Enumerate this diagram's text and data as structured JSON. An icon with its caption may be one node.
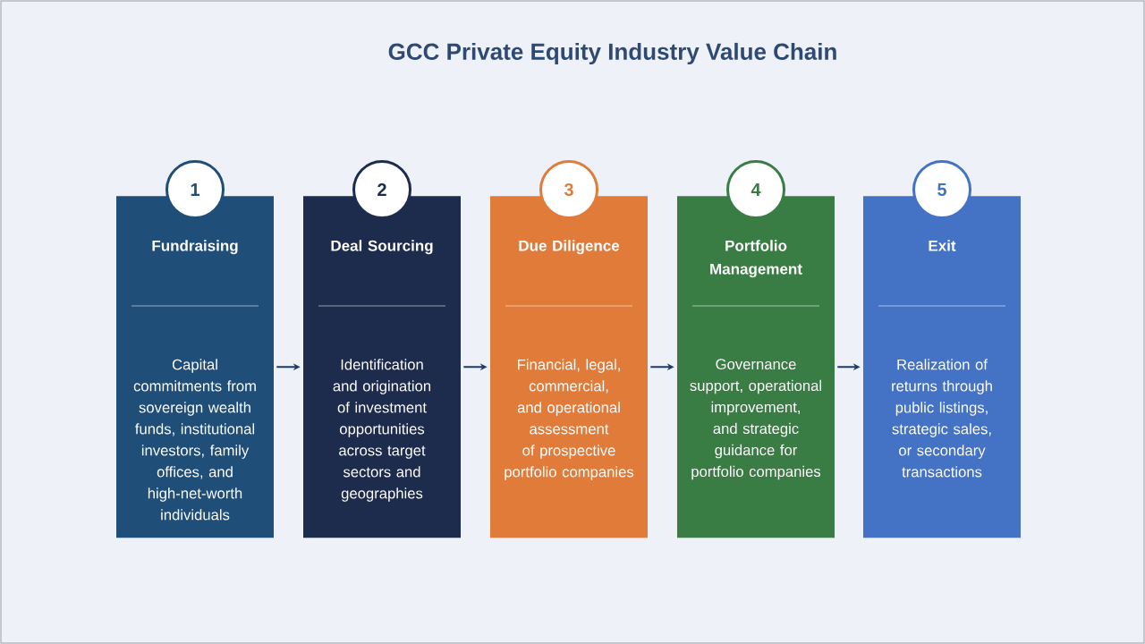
{
  "diagram": {
    "title": "GCC Private Equity Industry Value Chain",
    "nodes": [
      {
        "text": [
          "1"
        ]
      },
      {
        "text": [
          "Fundraising",
          "Capital commitments from sovereign wealth funds, institutional investors, family offices, and high-net-worth individuals"
        ]
      },
      {
        "text": [
          "2"
        ]
      },
      {
        "text": [
          "Deal Sourcing",
          "Identification and origination of investment opportunities across target sectors and geographies"
        ]
      },
      {
        "text": [
          "3"
        ]
      },
      {
        "text": [
          "Due Diligence",
          "Financial, legal, commercial, and operational assessment of prospective portfolio companies"
        ]
      },
      {
        "text": [
          "4"
        ]
      },
      {
        "text": [
          "Portfolio Management",
          "Governance support, operational improvement, and strategic guidance for portfolio companies"
        ]
      },
      {
        "text": [
          "5"
        ]
      },
      {
        "text": [
          "Exit",
          "Realization of returns through public listings, strategic sales, or secondary transactions"
        ]
      }
    ],
    "edges": [
      {
        "from": 1,
        "to": 3,
        "arrow": "to"
      },
      {
        "from": 3,
        "to": 5,
        "arrow": "to"
      },
      {
        "from": 5,
        "to": 7,
        "arrow": "to"
      },
      {
        "from": 7,
        "to": 9,
        "arrow": "to"
      }
    ]
  }
}
